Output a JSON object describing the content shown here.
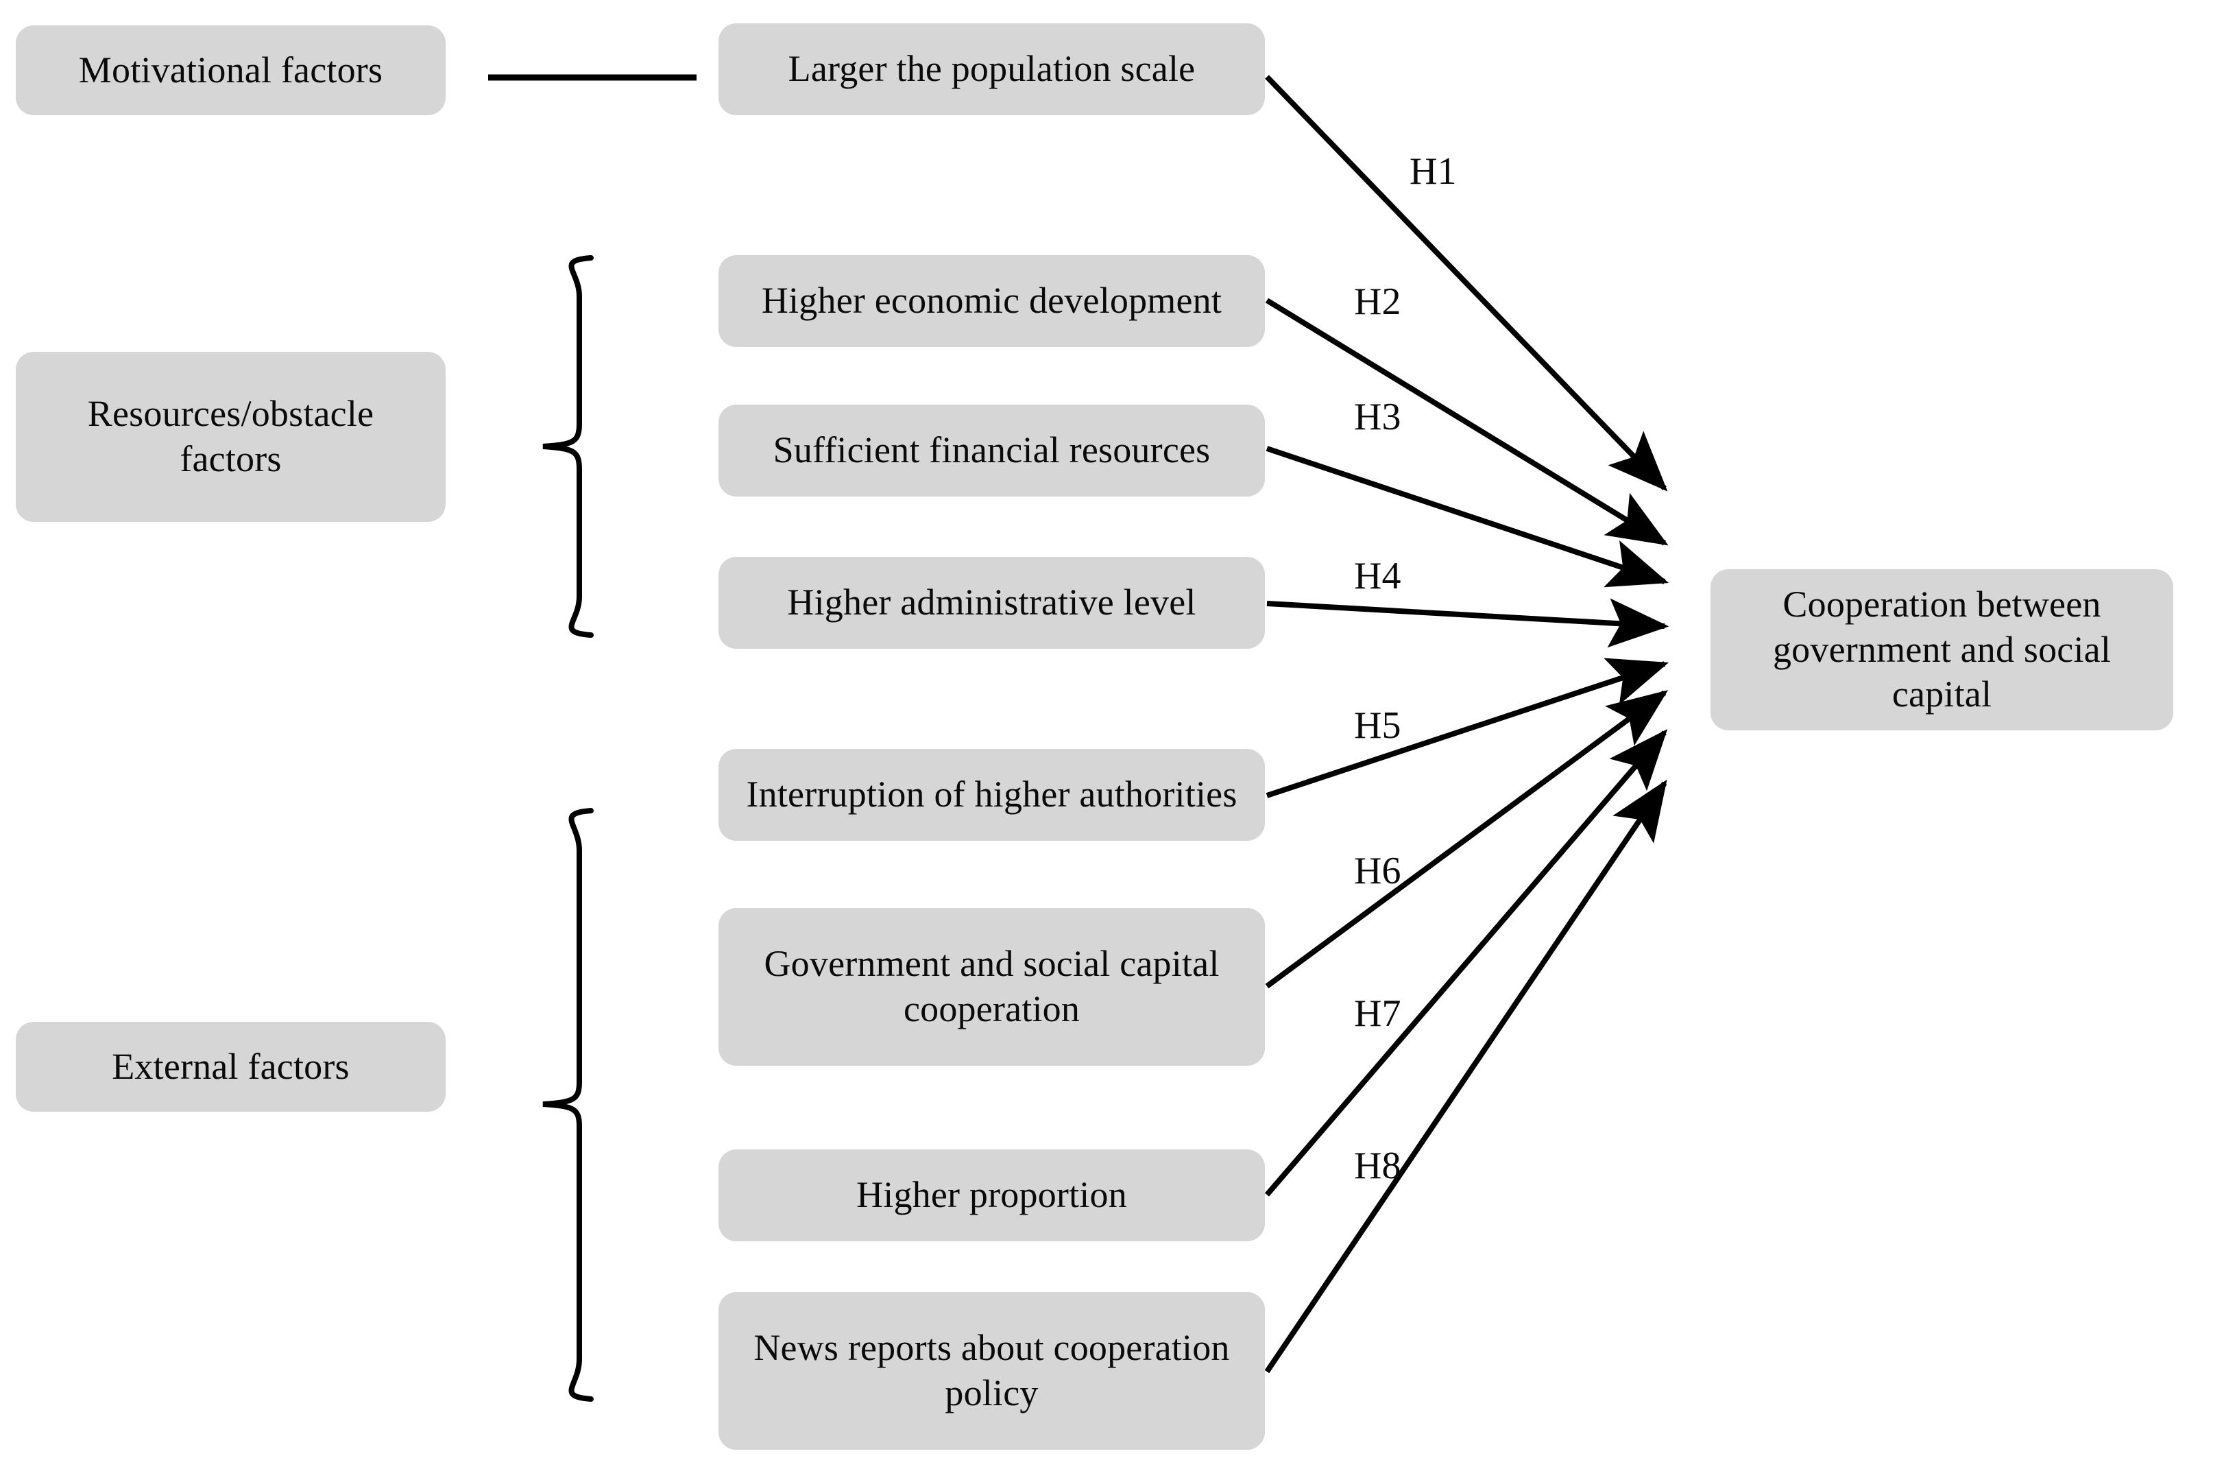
{
  "diagram": {
    "title": "Research hypothesis framework: factors influencing cooperation between government and social capital",
    "type": "concept-model",
    "box_fill": "#d6d6d6",
    "line_color": "#000000",
    "text_color": "#0a0a0a"
  },
  "categories": [
    {
      "id": "motivational",
      "label": "Motivational factors",
      "connector": "line"
    },
    {
      "id": "resources",
      "label_line1": "Resources/obstacle",
      "label_line2": "factors",
      "connector": "brace"
    },
    {
      "id": "external",
      "label": "External factors",
      "connector": "brace"
    }
  ],
  "factors": [
    {
      "id": "f1",
      "label": "Larger the population scale",
      "hypothesis": "H1",
      "group": "motivational"
    },
    {
      "id": "f2",
      "label": "Higher economic development",
      "hypothesis": "H2",
      "group": "resources"
    },
    {
      "id": "f3",
      "label": "Sufficient financial resources",
      "hypothesis": "H3",
      "group": "resources"
    },
    {
      "id": "f4",
      "label": "Higher administrative level",
      "hypothesis": "H4",
      "group": "resources"
    },
    {
      "id": "f5",
      "label": "Interruption of higher authorities",
      "hypothesis": "H5",
      "group": "external"
    },
    {
      "id": "f6",
      "label_line1": "Government and social capital",
      "label_line2": "cooperation",
      "hypothesis": "H6",
      "group": "external"
    },
    {
      "id": "f7",
      "label": "Higher proportion",
      "hypothesis": "H7",
      "group": "external"
    },
    {
      "id": "f8",
      "label_line1": "News reports about cooperation",
      "label_line2": "policy",
      "hypothesis": "H8",
      "group": "external"
    }
  ],
  "outcome": {
    "id": "outcome",
    "label_line1": "Cooperation between",
    "label_line2": "government and social capital"
  },
  "hypothesis_labels": [
    "H1",
    "H2",
    "H3",
    "H4",
    "H5",
    "H6",
    "H7",
    "H8"
  ]
}
